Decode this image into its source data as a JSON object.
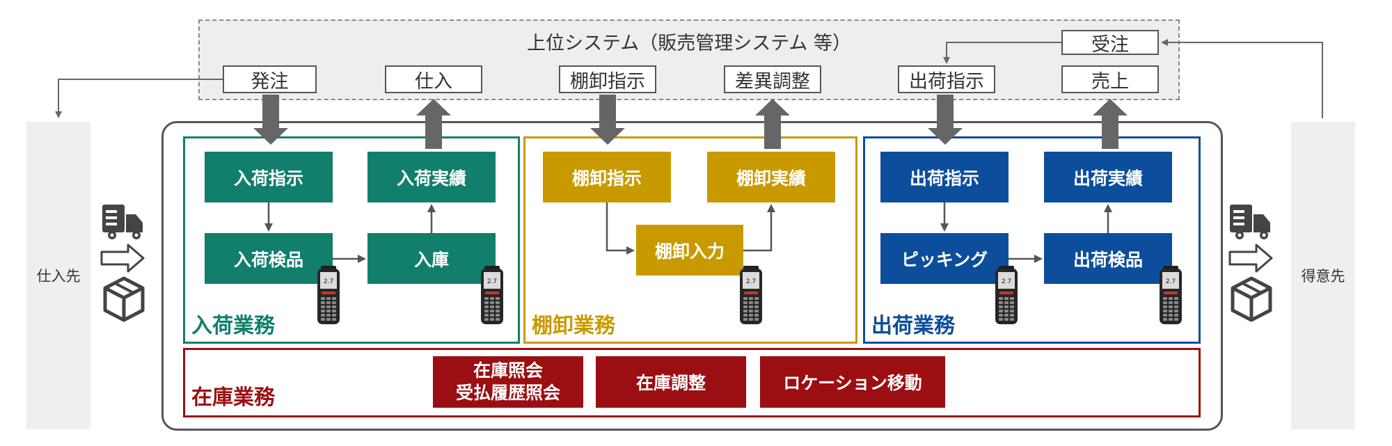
{
  "upper_system": {
    "title": "上位システム（販売管理システム 等）",
    "boxes": {
      "order": "発注",
      "purchase": "仕入",
      "inv_instruction": "棚卸指示",
      "diff_adjust": "差異調整",
      "ship_instruction": "出荷指示",
      "sales": "売上",
      "received_order": "受注"
    }
  },
  "sides": {
    "supplier": "仕入先",
    "customer": "得意先"
  },
  "sections": {
    "inbound": {
      "label": "入荷業務",
      "steps": [
        "入荷指示",
        "入荷検品",
        "入庫",
        "入荷実績"
      ]
    },
    "inventory": {
      "label": "棚卸業務",
      "steps": [
        "棚卸指示",
        "棚卸入力",
        "棚卸実績"
      ]
    },
    "outbound": {
      "label": "出荷業務",
      "steps": [
        "出荷指示",
        "ピッキング",
        "出荷検品",
        "出荷実績"
      ]
    },
    "stock": {
      "label": "在庫業務",
      "items": [
        [
          "在庫照会",
          "受払履歴照会"
        ],
        "在庫調整",
        "ロケーション移動"
      ]
    }
  },
  "handheld_screen_text": "2.7",
  "colors": {
    "inbound": "#117f6b",
    "inventory": "#c99a00",
    "outbound": "#0d4e9c",
    "stock": "#9b0f12",
    "upper_bg": "#eeeeee",
    "arrow": "#666666"
  },
  "icons": [
    "truck-icon",
    "arrow-right-icon",
    "package-box-icon",
    "handheld-scanner-icon"
  ]
}
